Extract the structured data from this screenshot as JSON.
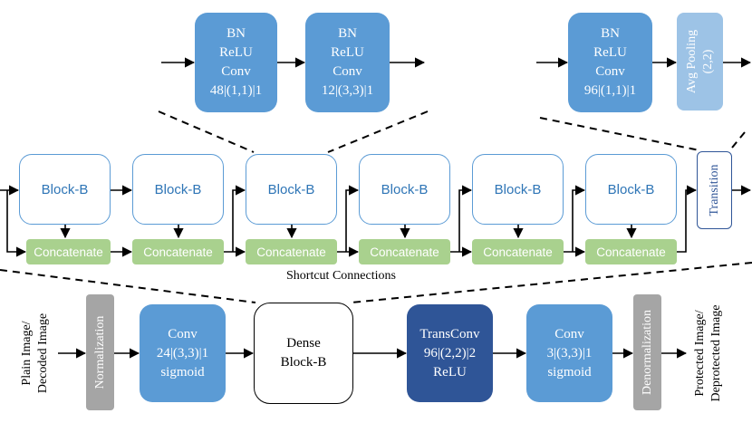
{
  "top_left_blocks": [
    {
      "lines": [
        "BN",
        "ReLU",
        "Conv",
        "48|(1,1)|1"
      ]
    },
    {
      "lines": [
        "BN",
        "ReLU",
        "Conv",
        "12|(3,3)|1"
      ]
    }
  ],
  "top_right_block": {
    "lines": [
      "BN",
      "ReLU",
      "Conv",
      "96|(1,1)|1"
    ]
  },
  "avg_pooling": {
    "lines": [
      "Avg Pooling",
      "(2,2)"
    ]
  },
  "dense_row": {
    "blocks": [
      "Block-B",
      "Block-B",
      "Block-B",
      "Block-B",
      "Block-B",
      "Block-B"
    ],
    "concat": [
      "Concatenate",
      "Concatenate",
      "Concatenate",
      "Concatenate",
      "Concatenate",
      "Concatenate"
    ],
    "transition": "Transition",
    "shortcut_label": "Shortcut Connections"
  },
  "pipeline": {
    "input_label": [
      "Plain Image/",
      "Decoded Image"
    ],
    "normalization": "Normalization",
    "conv1": [
      "Conv",
      "24|(3,3)|1",
      "sigmoid"
    ],
    "dense": [
      "Dense",
      "Block-B"
    ],
    "transconv": [
      "TransConv",
      "96|(2,2)|2",
      "ReLU"
    ],
    "conv2": [
      "Conv",
      "3|(3,3)|1",
      "sigmoid"
    ],
    "denormalization": "Denormalization",
    "output_label": [
      "Protected Image/",
      "Deprotected Image"
    ]
  },
  "colors": {
    "conv_block": "#5b9bd5",
    "avg_pool": "#9dc3e6",
    "transconv": "#2f5597",
    "concat": "#a9d18e",
    "norm": "#a5a5a5",
    "block_text": "#2e75b6"
  }
}
